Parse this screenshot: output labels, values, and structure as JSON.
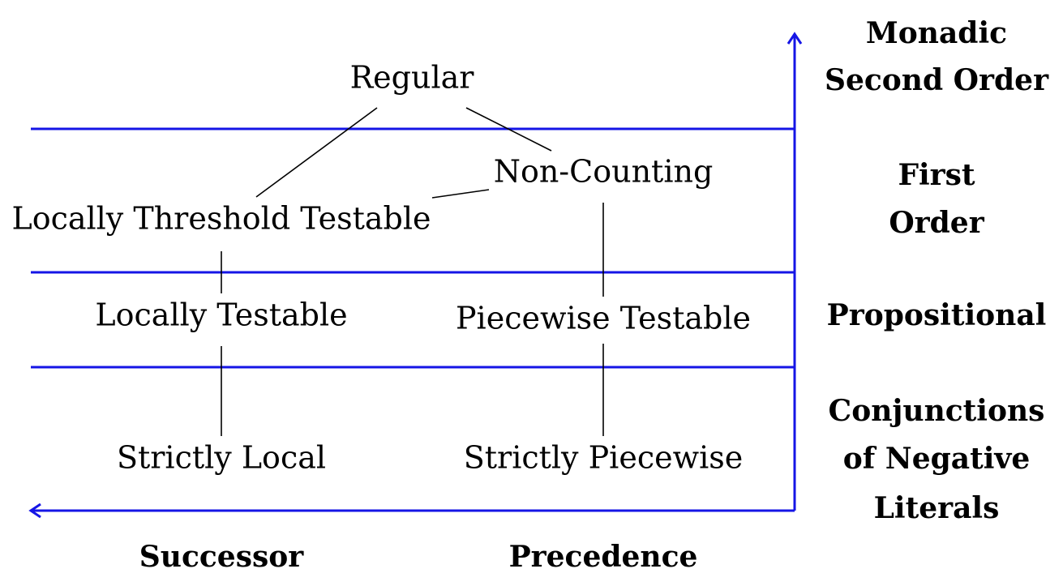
{
  "colors": {
    "axis": "#1515e6",
    "edge": "#000000",
    "text": "#000000"
  },
  "nodes": {
    "regular": "Regular",
    "non_counting": "Non-Counting",
    "locally_threshold_testable": "Locally Threshold Testable",
    "locally_testable": "Locally Testable",
    "piecewise_testable": "Piecewise Testable",
    "strictly_local": "Strictly Local",
    "strictly_piecewise": "Strictly Piecewise"
  },
  "levels": {
    "mso": [
      "Monadic",
      "Second Order"
    ],
    "fo": [
      "First",
      "Order"
    ],
    "prop": [
      "Propositional"
    ],
    "cnl": [
      "Conjunctions",
      "of Negative",
      "Literals"
    ]
  },
  "axis": {
    "successor": "Successor",
    "precedence": "Precedence"
  }
}
